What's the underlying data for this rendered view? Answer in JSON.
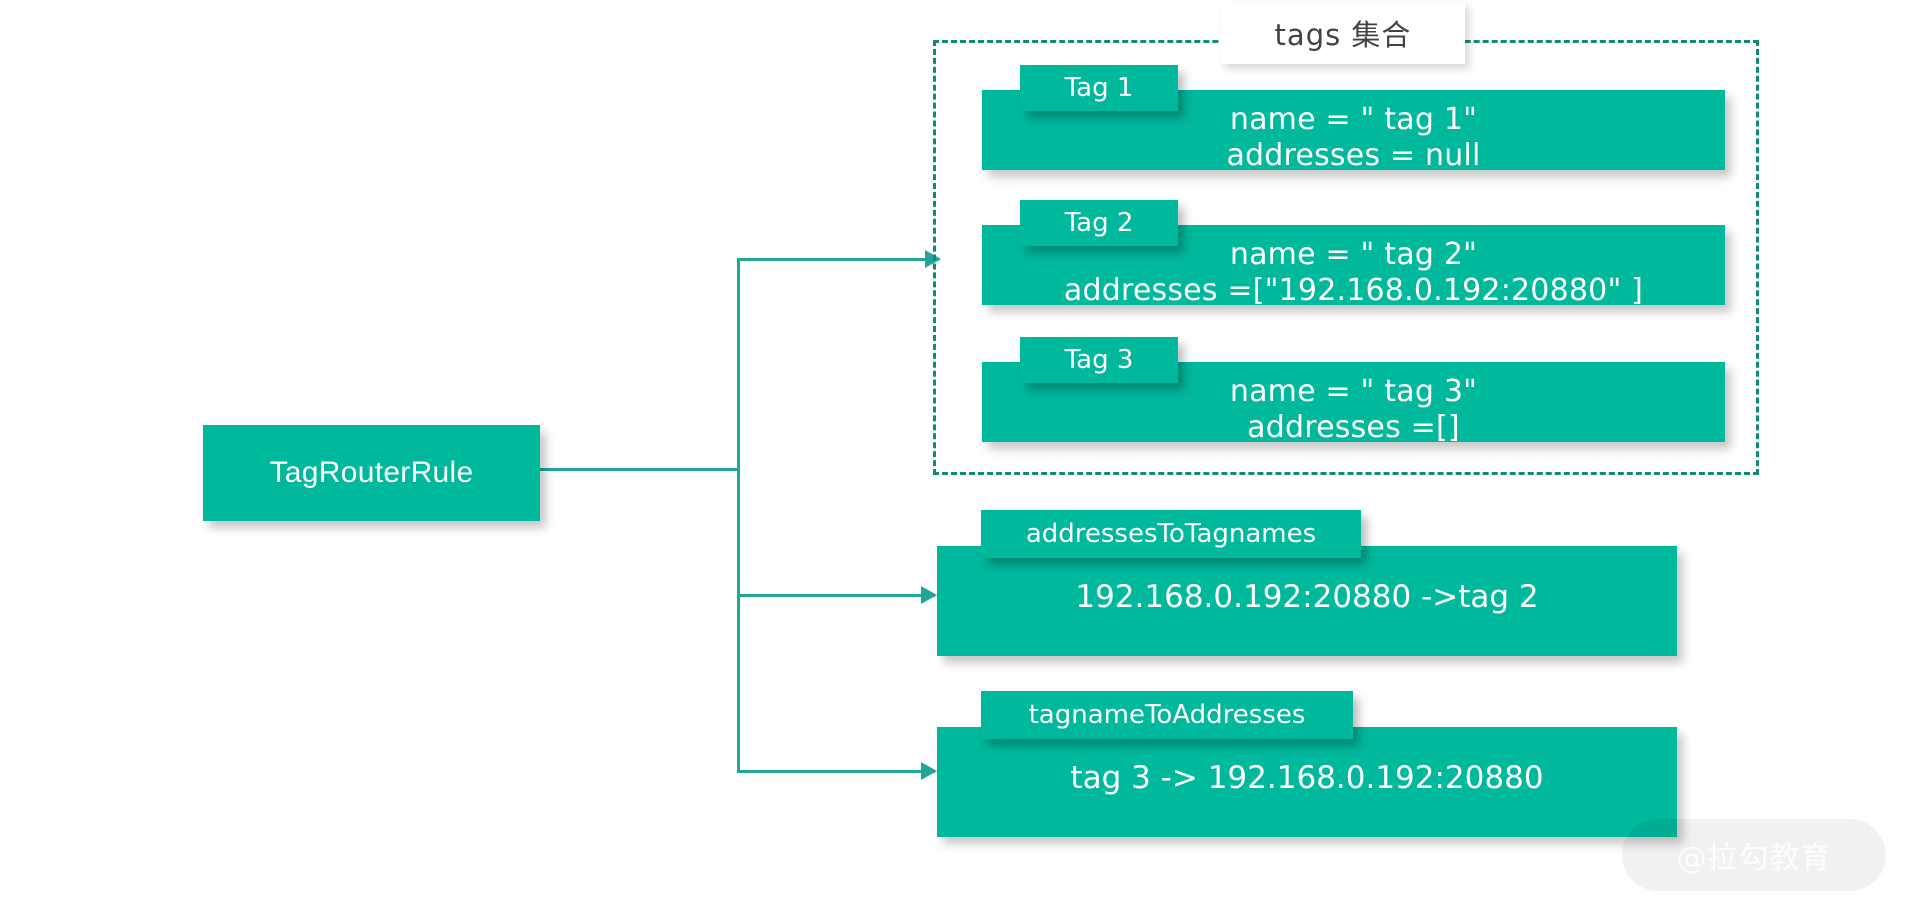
{
  "diagram": {
    "title": "TagRouterRule structure",
    "background": "#ffffff",
    "accent_fill": "#00b89c",
    "connector_color": "#22a699",
    "dashed_border_color": "#108a77",
    "label_text_color": "#ffffff"
  },
  "root": {
    "label": "TagRouterRule"
  },
  "tags_group": {
    "title": "tags 集合",
    "tags": [
      {
        "chip": "Tag 1",
        "line1": "name = \" tag 1\"",
        "line2": "addresses = null"
      },
      {
        "chip": "Tag 2",
        "line1": "name = \" tag 2\"",
        "line2": "addresses =[\"192.168.0.192:20880\" ]"
      },
      {
        "chip": "Tag 3",
        "line1": "name = \" tag 3\"",
        "line2": "addresses =[]"
      }
    ]
  },
  "maps": [
    {
      "chip": "addressesToTagnames",
      "entry": "192.168.0.192:20880 ->tag 2"
    },
    {
      "chip": "tagnameToAddresses",
      "entry": "tag 3 -> 192.168.0.192:20880"
    }
  ],
  "watermark": {
    "text": "@拉勾教育"
  }
}
